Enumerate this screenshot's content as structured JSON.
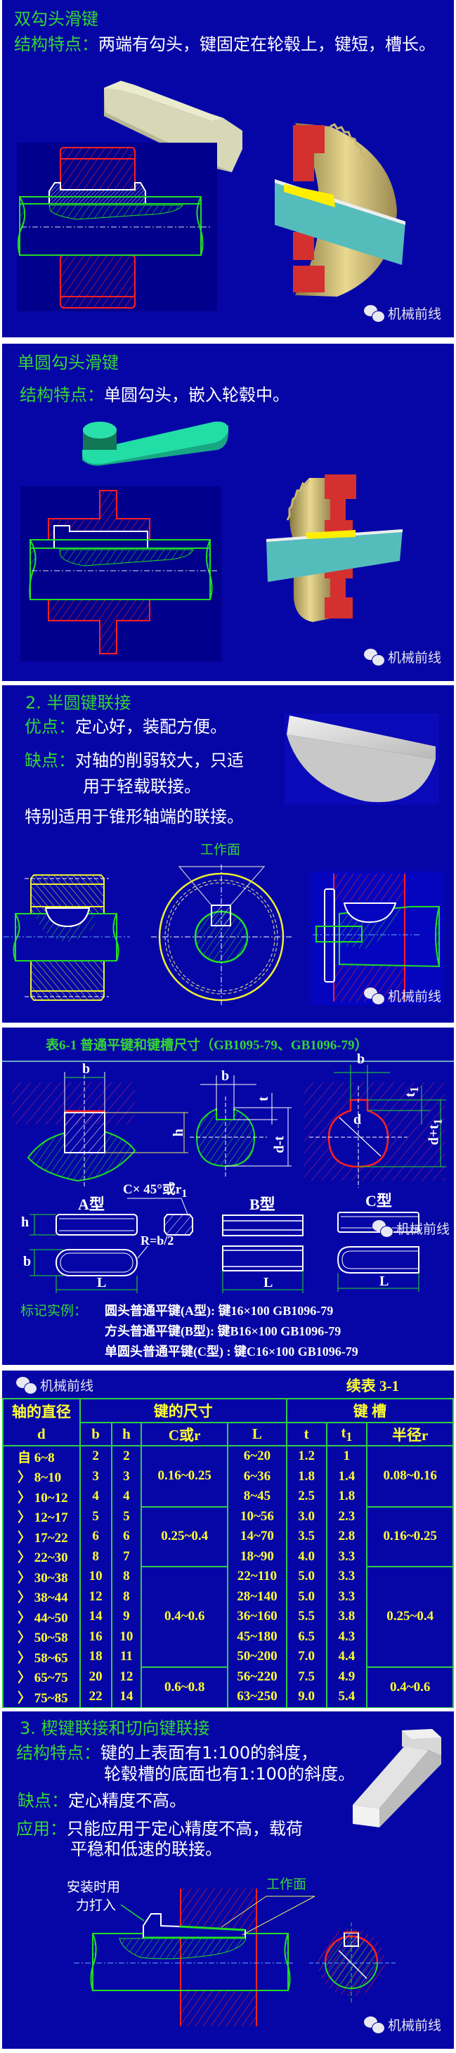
{
  "watermark": "机械前线",
  "slide1": {
    "title": "双勾头滑键",
    "feature_label": "结构特点：",
    "feature_text": "两端有勾头，键固定在轮毂上，键短，槽长。"
  },
  "slide2": {
    "title": "单圆勾头滑键",
    "feature_label": "结构特点：",
    "feature_text": "单圆勾头，嵌入轮毂中。"
  },
  "slide3": {
    "title": "2. 半圆键联接",
    "pros_label": "优点：",
    "pros_text": "定心好，装配方便。",
    "cons_label": "缺点：",
    "cons_text_1": "对轴的削弱较大，只适",
    "cons_text_2": "用于轻载联接。",
    "note": "特别适用于锥形轴端的联接。",
    "working_face": "工作面"
  },
  "slide4": {
    "title": "表6-1  普通平键和键槽尺寸（GB1095-79、GB1096-79）",
    "labels": {
      "b": "b",
      "h": "h",
      "t": "t",
      "d_minus_t": "d-t",
      "t1": "t",
      "t1_sub": "1",
      "d": "d",
      "d_plus_t1": "d+t",
      "d_plus_t1_sub": "1",
      "chamfer": "C× 45°或r",
      "chamfer_sub": "1",
      "radius": "R=b/2",
      "L": "L"
    },
    "types": {
      "a": "A型",
      "b": "B型",
      "c": "C型"
    },
    "marking_label": "标记实例：",
    "examples": [
      "圆头普通平键(A型): 键16×100  GB1096-79",
      "方头普通平键(B型): 键B16×100  GB1096-79",
      "单圆头普通平键(C型) : 键C16×100  GB1096-79"
    ]
  },
  "slide5": {
    "caption": "续表 3-1",
    "header_groups": {
      "shaft": "轴的直径",
      "key": "键的尺寸",
      "slot": "键      槽"
    },
    "columns": {
      "d": "d",
      "b": "b",
      "h": "h",
      "c": "C或r",
      "L": "L",
      "t": "t",
      "t1": "t",
      "t1_sub": "1",
      "r": "半径r"
    },
    "rows": [
      {
        "d": "自  6~8",
        "b": "2",
        "h": "2",
        "L": "6~20",
        "t": "1.2",
        "t1": "1"
      },
      {
        "d": "〉 8~10",
        "b": "3",
        "h": "3",
        "L": "6~36",
        "t": "1.8",
        "t1": "1.4"
      },
      {
        "d": "〉 10~12",
        "b": "4",
        "h": "4",
        "L": "8~45",
        "t": "2.5",
        "t1": "1.8"
      },
      {
        "d": "〉 12~17",
        "b": "5",
        "h": "5",
        "L": "10~56",
        "t": "3.0",
        "t1": "2.3"
      },
      {
        "d": "〉 17~22",
        "b": "6",
        "h": "6",
        "L": "14~70",
        "t": "3.5",
        "t1": "2.8"
      },
      {
        "d": "〉 22~30",
        "b": "8",
        "h": "7",
        "L": "18~90",
        "t": "4.0",
        "t1": "3.3"
      },
      {
        "d": "〉 30~38",
        "b": "10",
        "h": "8",
        "L": "22~110",
        "t": "5.0",
        "t1": "3.3"
      },
      {
        "d": "〉 38~44",
        "b": "12",
        "h": "8",
        "L": "28~140",
        "t": "5.0",
        "t1": "3.3"
      },
      {
        "d": "〉 44~50",
        "b": "14",
        "h": "9",
        "L": "36~160",
        "t": "5.5",
        "t1": "3.8"
      },
      {
        "d": "〉 50~58",
        "b": "16",
        "h": "10",
        "L": "45~180",
        "t": "6.5",
        "t1": "4.3"
      },
      {
        "d": "〉 58~65",
        "b": "18",
        "h": "11",
        "L": "50~200",
        "t": "7.0",
        "t1": "4.4"
      },
      {
        "d": "〉 65~75",
        "b": "20",
        "h": "12",
        "L": "56~220",
        "t": "7.5",
        "t1": "4.9"
      },
      {
        "d": "〉 75~85",
        "b": "22",
        "h": "14",
        "L": "63~250",
        "t": "9.0",
        "t1": "5.4"
      }
    ],
    "c_groups": [
      {
        "value": "0.16~0.25",
        "span": 3
      },
      {
        "value": "0.25~0.4",
        "span": 3
      },
      {
        "value": "0.4~0.6",
        "span": 5
      },
      {
        "value": "0.6~0.8",
        "span": 2
      }
    ],
    "r_groups": [
      {
        "value": "0.08~0.16",
        "span": 3
      },
      {
        "value": "0.16~0.25",
        "span": 3
      },
      {
        "value": "0.25~0.4",
        "span": 5
      },
      {
        "value": "0.4~0.6",
        "span": 2
      }
    ]
  },
  "slide6": {
    "title": "3. 楔键联接和切向键联接",
    "feature_label": "结构特点：",
    "feature_text_1": "键的上表面有1:100的斜度，",
    "feature_text_2": "轮毂槽的底面也有1:100的斜度。",
    "cons_label": "缺点：",
    "cons_text": "定心精度不高。",
    "app_label": "应用：",
    "app_text_1": "只能应用于定心精度不高，载荷",
    "app_text_2": "平稳和低速的联接。",
    "install_1": "安装时用",
    "install_2": "力打入",
    "working_face": "工作面"
  },
  "colors": {
    "background": "#0606a6",
    "heading": "#35d435",
    "table_text": "#ffff33",
    "section_hatch": "#e02020",
    "shaft": "#22dd22"
  }
}
